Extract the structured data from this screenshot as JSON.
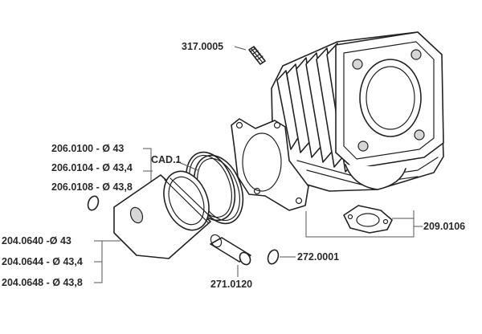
{
  "labels": {
    "stud": "317.0005",
    "rings": [
      "206.0100 - Ø 43",
      "206.0104 - Ø 43,4",
      "206.0108 - Ø 43,8"
    ],
    "cad": "CAD.1",
    "pistons": [
      "204.0640 -Ø 43",
      "204.0644 - Ø 43,4",
      "204.0648 - Ø 43,8"
    ],
    "pin": "271.0120",
    "clip": "272.0001",
    "exhaust_gasket": "209.0106"
  }
}
